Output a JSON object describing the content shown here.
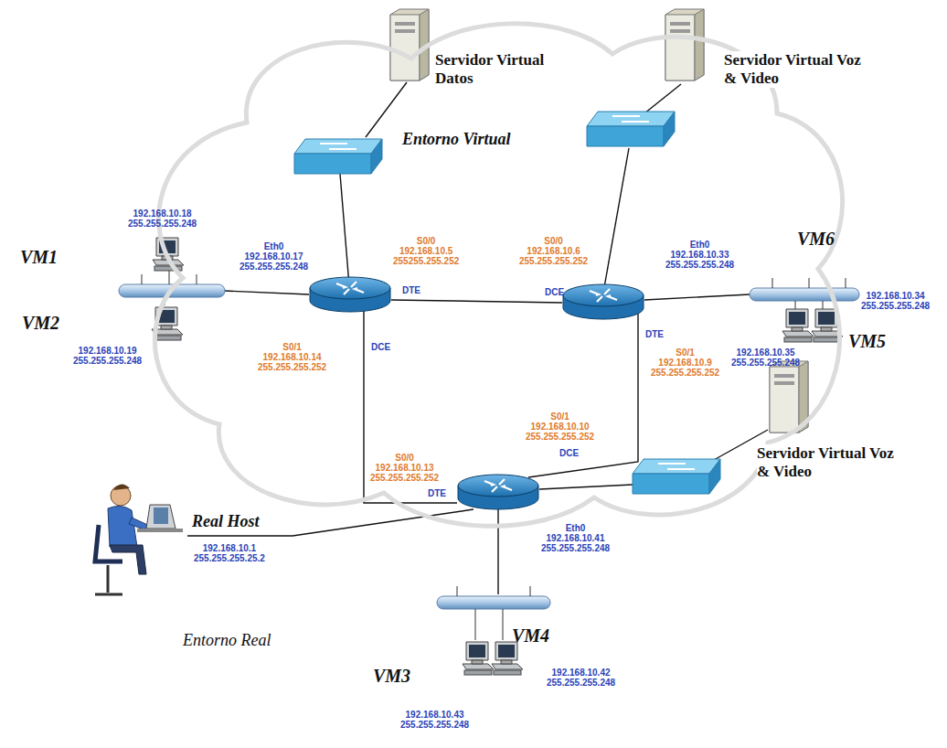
{
  "diagram": {
    "nodes": [
      {
        "text": [
          "Entorno Virtual"
        ]
      }
    ],
    "labels": [
      "Servidor Virtual Datos",
      "Servidor Virtual Voz & Video",
      "192.168.10.18 255.255.255.248",
      "VM1",
      "Eth0 192.168.10.17 255.255.255.248",
      "S0/0 192.168.10.5 255255.255.252",
      "S0/0 192.168.10.6 255.255.255.252",
      "Eth0 192.168.10.33 255.255.255.248",
      "VM6",
      "VM2",
      "DTE",
      "DCE",
      "192.168.10.34 255.255.255.248",
      "192.168.10.19 255.255.255.248",
      "S0/1 192.168.10.14 255.255.255.252",
      "DCE",
      "DTE",
      "S0/1 192.168.10.9 255.255.255.252",
      "192.168.10.35 255.255.255.248",
      "VM5",
      "S0/1 192.168.10.10 255.255.255.252",
      "Servidor Virtual Voz & Video",
      "DTE",
      "DCE",
      "S0/0 192.168.10.13 255.255.255.252",
      "Eth0 192.168.10.41 255.255.255.248",
      "Real Host",
      "192.168.10.1 255.255.255.25.2",
      "VM4",
      "Entorno Real",
      "VM3",
      "192.168.10.42 255.255.255.248",
      "192.168.10.43 255.255.255.248"
    ]
  }
}
